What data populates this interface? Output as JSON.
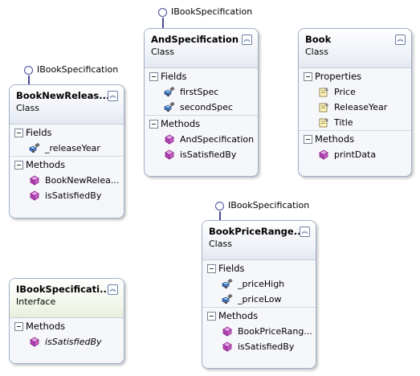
{
  "interfaces": {
    "and_spec": "IBookSpecification",
    "new_release": "IBookSpecification",
    "price_range": "IBookSpecification"
  },
  "shapes": {
    "and_spec": {
      "title": "AndSpecification",
      "stereotype": "Class",
      "fields_label": "Fields",
      "fields": [
        "firstSpec",
        "secondSpec"
      ],
      "methods_label": "Methods",
      "methods": [
        "AndSpecification",
        "isSatisfiedBy"
      ]
    },
    "book": {
      "title": "Book",
      "stereotype": "Class",
      "properties_label": "Properties",
      "properties": [
        "Price",
        "ReleaseYear",
        "Title"
      ],
      "methods_label": "Methods",
      "methods": [
        "printData"
      ]
    },
    "new_release": {
      "title": "BookNewReleas...",
      "stereotype": "Class",
      "fields_label": "Fields",
      "fields": [
        "_releaseYear"
      ],
      "methods_label": "Methods",
      "methods": [
        "BookNewRelea...",
        "isSatisfiedBy"
      ]
    },
    "price_range": {
      "title": "BookPriceRange...",
      "stereotype": "Class",
      "fields_label": "Fields",
      "fields": [
        "_priceHigh",
        "_priceLow"
      ],
      "methods_label": "Methods",
      "methods": [
        "BookPriceRang...",
        "isSatisfiedBy"
      ]
    },
    "ibook_spec": {
      "title": "IBookSpecificati...",
      "stereotype": "Interface",
      "methods_label": "Methods",
      "methods": [
        "isSatisfiedBy"
      ]
    }
  },
  "colors": {
    "border": "#9fb0c8",
    "lollipop": "#4a4a9a",
    "method_icon": "#b040b0",
    "field_icon": "#3a6fc8"
  }
}
